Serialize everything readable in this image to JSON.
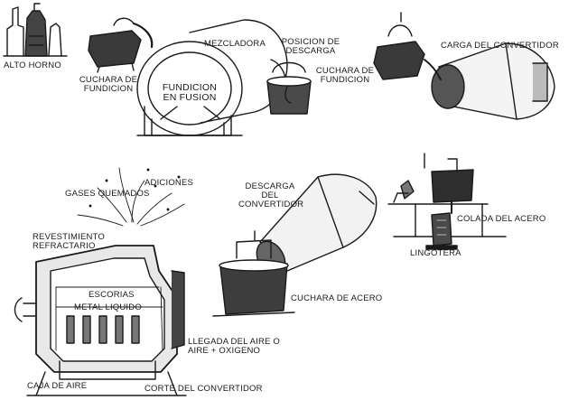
{
  "labels": {
    "alto_horno": "ALTO HORNO",
    "cuchara_fundicion_1": "CUCHARA DE FUNDICION",
    "mezcladora": "MEZCLADORA",
    "fundicion_en_fusion": "FUNDICION EN FUSION",
    "posicion_descarga": "POSICION DE DESCARGA",
    "cuchara_fundicion_2": "CUCHARA DE FUNDICION",
    "carga_convertidor": "CARGA DEL CONVERTIDOR",
    "adiciones": "ADICIONES",
    "gases_quemados": "GASES QUEMADOS",
    "revestimiento_refractario": "REVESTIMIENTO REFRACTARIO",
    "escorias": "ESCORIAS",
    "metal_liquido": "METAL LIQUIDO",
    "llegada_aire": "LLEGADA DEL AIRE O AIRE + OXIGENO",
    "caja_de_aire": "CAJA DE AIRE",
    "corte_convertidor": "CORTE DEL CONVERTIDOR",
    "descarga_convertidor": "DESCARGA DEL CONVERTIDOR",
    "cuchara_de_acero": "CUCHARA DE ACERO",
    "colada_acero": "COLADA DEL ACERO",
    "lingotera": "LINGOTERA"
  },
  "colors": {
    "ink": "#1a1a1a",
    "paper": "#ffffff",
    "shade": "#555555"
  }
}
